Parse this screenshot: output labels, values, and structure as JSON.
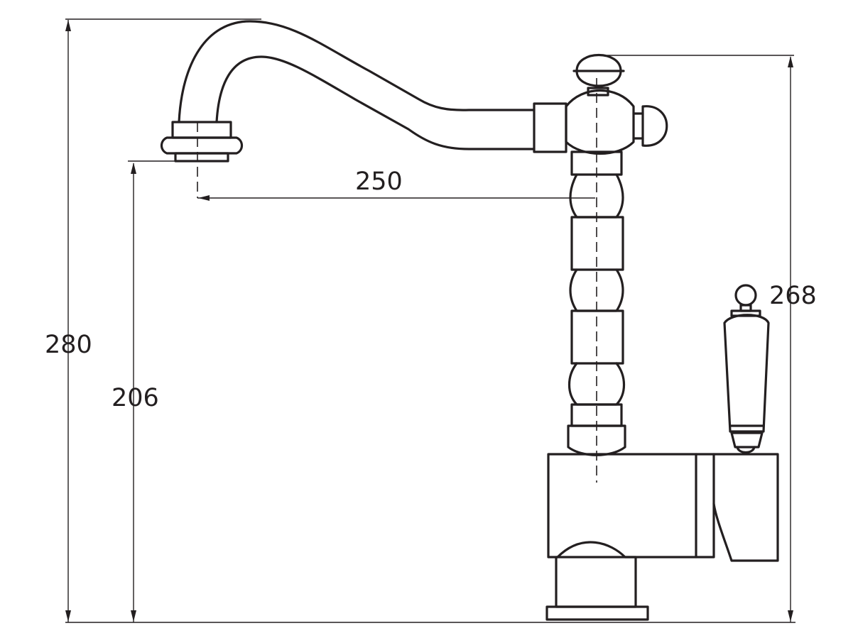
{
  "drawing": {
    "type": "technical dimension drawing",
    "stroke_color": "#231f20",
    "dimensions": {
      "spout_reach": "250",
      "total_height": "280",
      "spout_outlet_height": "206",
      "handle_height": "268"
    }
  }
}
